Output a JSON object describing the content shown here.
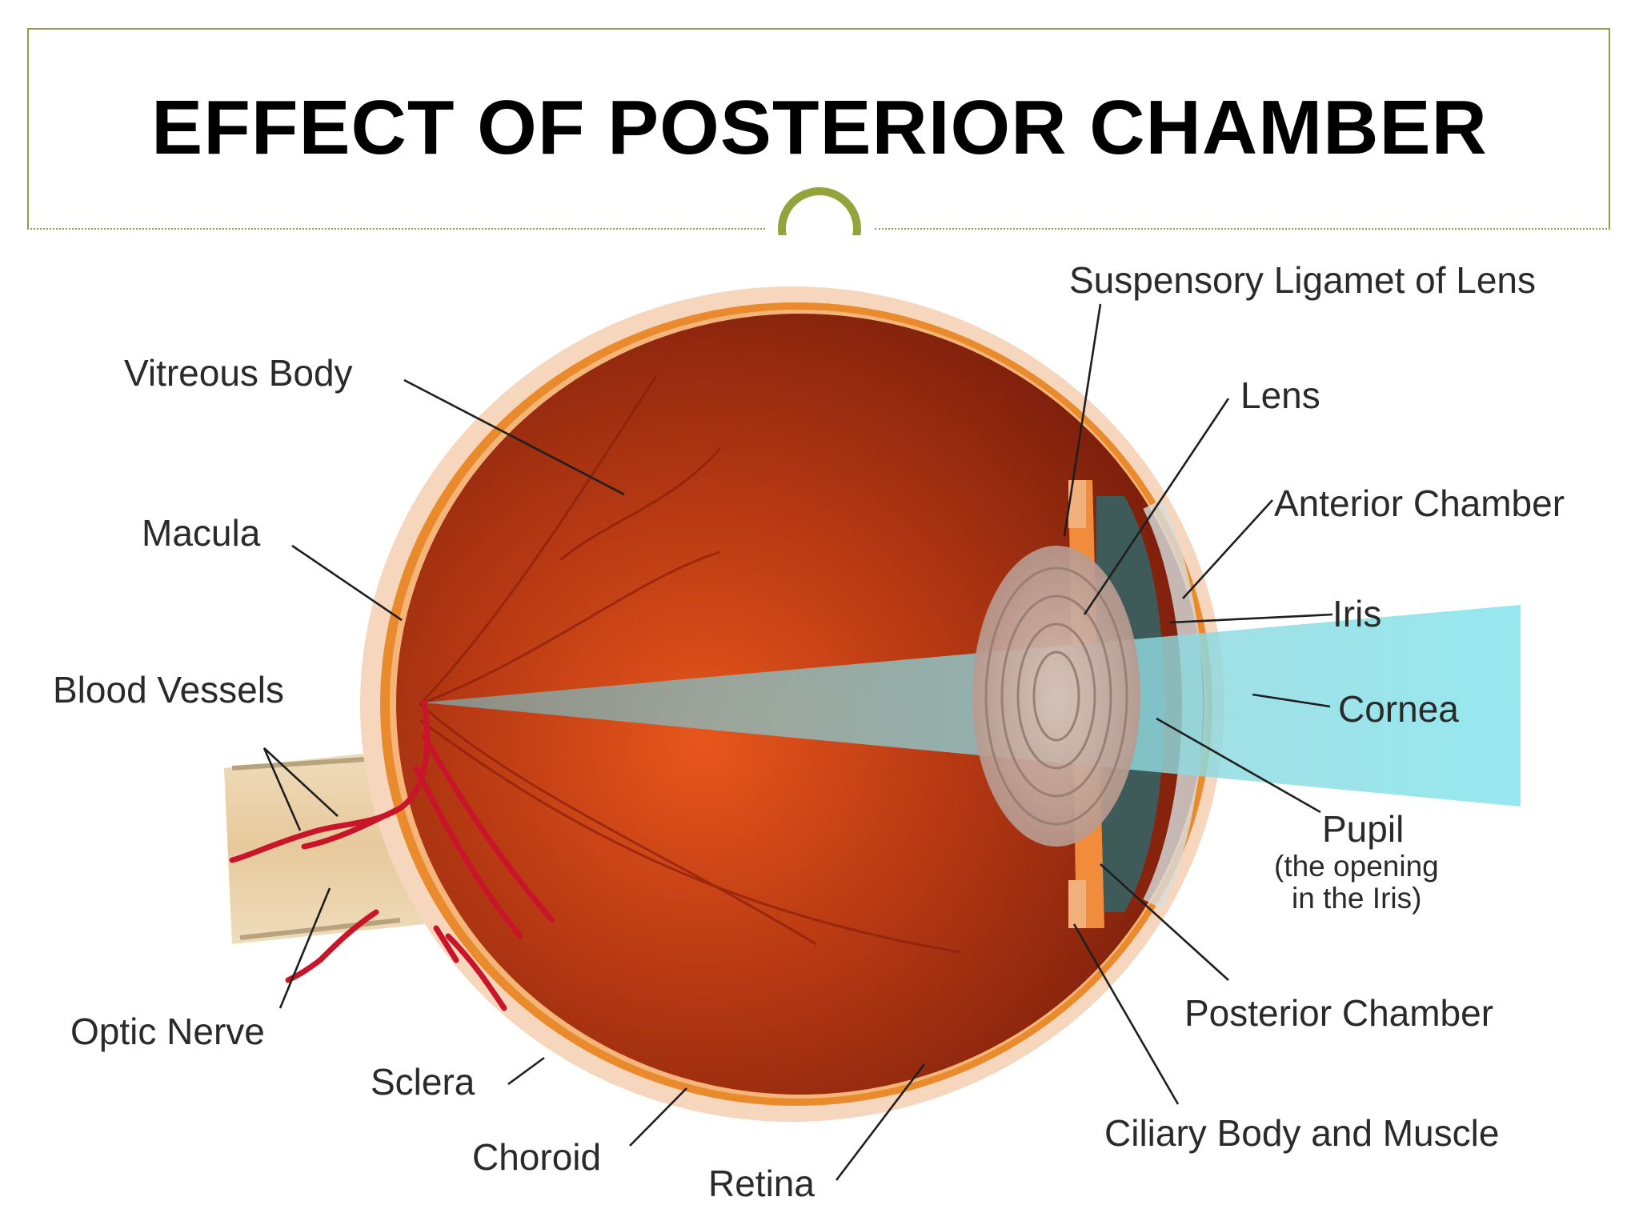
{
  "slide": {
    "title": "EFFECT OF POSTERIOR CHAMBER",
    "accent_color": "#8fa04a"
  },
  "diagram": {
    "colors": {
      "sclera": "#f6d6bd",
      "choroid": "#e98a2c",
      "vitreous": "#9e2d10",
      "light_beam": "#7fdde6",
      "blood_vessel": "#c9152a"
    },
    "labels": {
      "suspensory": "Suspensory Ligamet of Lens",
      "vitreous_body": "Vitreous Body",
      "lens": "Lens",
      "anterior_chamber": "Anterior Chamber",
      "macula": "Macula",
      "iris": "Iris",
      "blood_vessels": "Blood Vessels",
      "cornea": "Cornea",
      "pupil": "Pupil",
      "pupil_note_1": "(the opening",
      "pupil_note_2": "in the Iris)",
      "posterior_chamber": "Posterior Chamber",
      "optic_nerve": "Optic Nerve",
      "sclera": "Sclera",
      "choroid": "Choroid",
      "retina": "Retina",
      "ciliary": "Ciliary Body and Muscle"
    }
  }
}
